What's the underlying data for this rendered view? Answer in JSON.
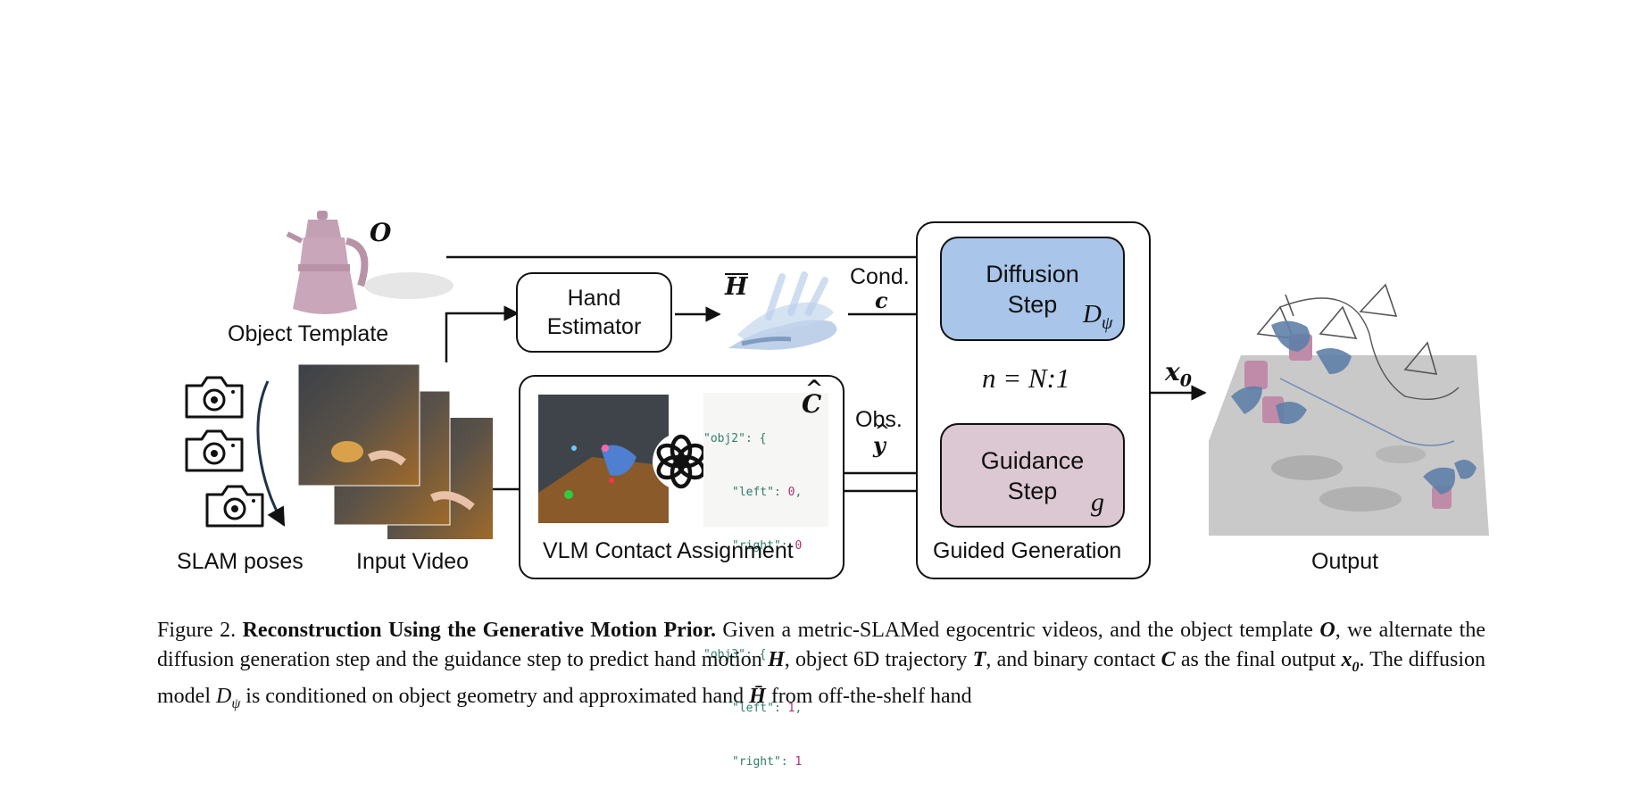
{
  "labels": {
    "object_template": "Object Template",
    "slam_poses": "SLAM poses",
    "input_video": "Input Video",
    "hand_estimator": "Hand\nEstimator",
    "vlm_contact": "VLM Contact Assignment",
    "guided_generation": "Guided Generation",
    "diffusion_step": "Diffusion\nStep",
    "guidance_step": "Guidance\nStep",
    "output": "Output",
    "cond": "Cond.",
    "obs": "Obs."
  },
  "symbols": {
    "object": "O",
    "hand_bar": "H",
    "contact_hat": "C",
    "cond_c": "c",
    "obs_y": "y",
    "diffusion_model": "D",
    "diffusion_sub": "ψ",
    "guidance": "g",
    "loop": "n = N:1",
    "x0": "x",
    "x0_sub": "0"
  },
  "code_snippet": {
    "obj2_key": "\"obj2\": {",
    "obj2_left": "\"left\": ",
    "obj2_left_val": "0",
    "obj2_right": "\"right\": ",
    "obj2_right_val": "0",
    "obj3_key": "\"obj3\": {",
    "obj3_left": "\"left\": ",
    "obj3_left_val": "1",
    "obj3_right": "\"right\": ",
    "obj3_right_val": "1"
  },
  "caption": {
    "figure": "Figure 2.",
    "title": "Reconstruction Using the Generative Motion Prior.",
    "t1": "Given a metric-SLAMed egocentric videos, and the object template",
    "t2": "we alternate the diffusion generation step and the guidance step to predict hand motion",
    "t3": "object 6D trajectory",
    "t4": "and binary contact",
    "t5": "as the final output",
    "t6": "The diffusion model",
    "t7": "is conditioned on object geometry and approximated hand",
    "t8": "from off-the-shelf hand",
    "sym_O": "O",
    "sym_H": "H",
    "sym_T": "T",
    "sym_C": "C",
    "sym_x": "x",
    "sym_x_sub": "0",
    "sym_D": "D",
    "sym_D_sub": "ψ",
    "sym_Hbar": "H̄"
  },
  "colors": {
    "diffusion_fill": "#a9c6ea",
    "guidance_fill": "#dcc8d2",
    "stroke": "#111111",
    "teapot": "#c9a6b9",
    "hand_blue": "#6f8db5",
    "floor": "#c9c9c9"
  },
  "icons": [
    "camera-icon",
    "openai-logo-icon"
  ]
}
